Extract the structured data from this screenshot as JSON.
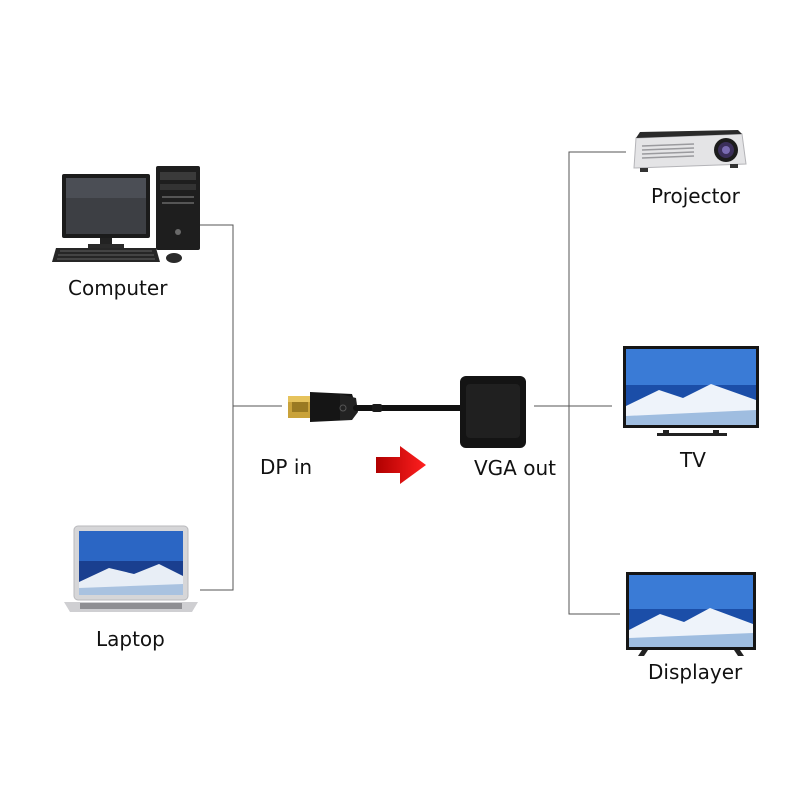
{
  "diagram": {
    "sources": {
      "computer": {
        "label": "Computer"
      },
      "laptop": {
        "label": "Laptop"
      }
    },
    "adapter": {
      "input_label": "DP in",
      "output_label": "VGA out",
      "arrow_color": "#e8121c"
    },
    "outputs": {
      "projector": {
        "label": "Projector"
      },
      "tv": {
        "label": "TV"
      },
      "displayer": {
        "label": "Displayer"
      }
    },
    "line_color": "#555555"
  }
}
